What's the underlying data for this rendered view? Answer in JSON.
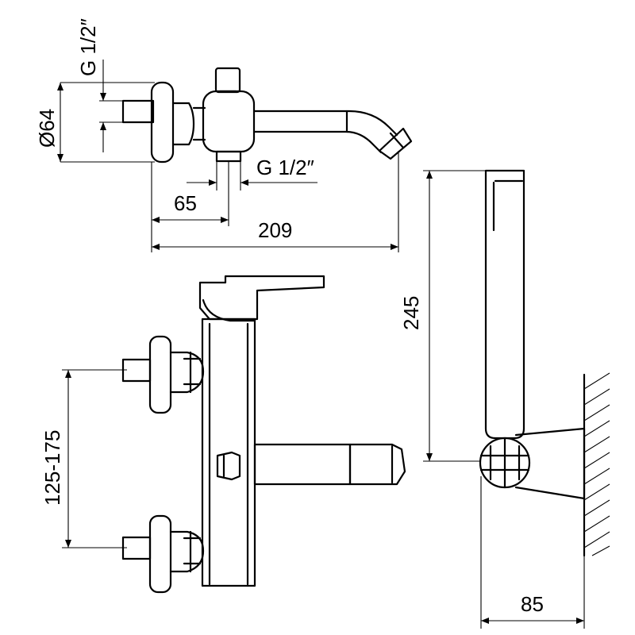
{
  "dimensions": {
    "top_thread_label": "G 1/2″",
    "diameter_label": "Ø64",
    "bottom_thread_label": "G 1/2″",
    "offset_label": "65",
    "total_length_label": "209",
    "handshower_height_label": "245",
    "center_distance_label": "125-175",
    "wall_depth_label": "85"
  }
}
